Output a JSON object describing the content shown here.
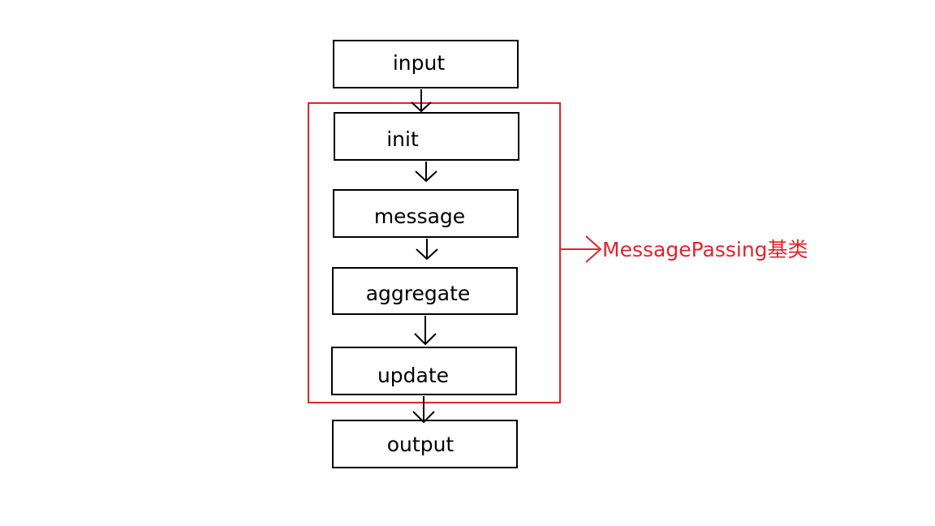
{
  "diagram": {
    "nodes": [
      {
        "id": "input",
        "label": "input"
      },
      {
        "id": "init",
        "label": "init"
      },
      {
        "id": "message",
        "label": "message"
      },
      {
        "id": "aggregate",
        "label": "aggregate"
      },
      {
        "id": "update",
        "label": "update"
      },
      {
        "id": "output",
        "label": "output"
      }
    ],
    "edges": [
      {
        "from": "input",
        "to": "init"
      },
      {
        "from": "init",
        "to": "message"
      },
      {
        "from": "message",
        "to": "aggregate"
      },
      {
        "from": "aggregate",
        "to": "update"
      },
      {
        "from": "update",
        "to": "output"
      }
    ],
    "group": {
      "label": "MessagePassing基类",
      "members": [
        "init",
        "message",
        "aggregate",
        "update"
      ]
    },
    "colors": {
      "node_stroke": "#000000",
      "group_stroke": "#e0242c",
      "group_label": "#e0242c"
    }
  }
}
